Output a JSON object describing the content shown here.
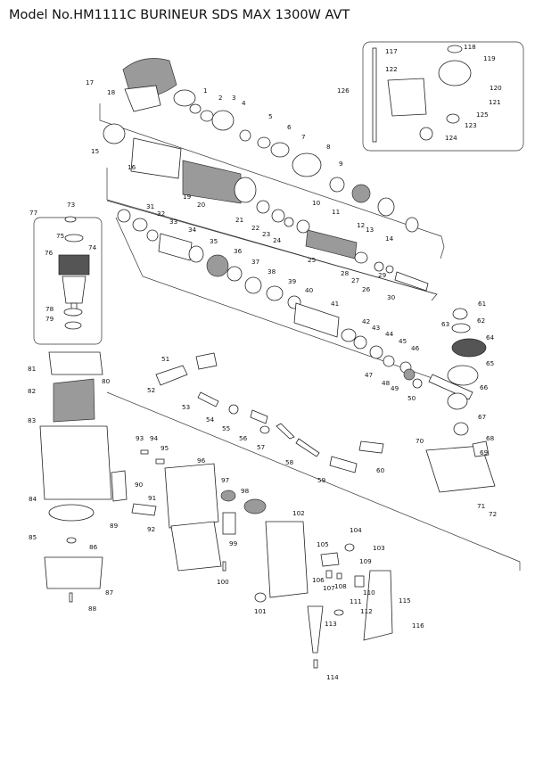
{
  "title": "Model No.HM1111C BURINEUR SDS MAX 1300W AVT",
  "parts": [
    "1",
    "2",
    "3",
    "4",
    "5",
    "6",
    "7",
    "8",
    "9",
    "10",
    "11",
    "12",
    "13",
    "14",
    "15",
    "16",
    "17",
    "18",
    "19",
    "20",
    "21",
    "22",
    "23",
    "24",
    "25",
    "26",
    "27",
    "28",
    "29",
    "30",
    "31",
    "32",
    "33",
    "34",
    "35",
    "36",
    "37",
    "38",
    "39",
    "40",
    "41",
    "42",
    "43",
    "44",
    "45",
    "46",
    "47",
    "48",
    "49",
    "50",
    "51",
    "52",
    "53",
    "54",
    "55",
    "56",
    "57",
    "58",
    "59",
    "60",
    "61",
    "62",
    "63",
    "64",
    "65",
    "66",
    "67",
    "68",
    "69",
    "70",
    "71",
    "72",
    "73",
    "74",
    "75",
    "76",
    "77",
    "78",
    "79",
    "80",
    "81",
    "82",
    "83",
    "84",
    "85",
    "86",
    "87",
    "88",
    "89",
    "90",
    "91",
    "92",
    "93",
    "94",
    "95",
    "96",
    "97",
    "98",
    "99",
    "100",
    "101",
    "102",
    "103",
    "104",
    "105",
    "106",
    "107",
    "108",
    "109",
    "110",
    "111",
    "112",
    "113",
    "114",
    "115",
    "116",
    "117",
    "118",
    "119",
    "120",
    "121",
    "122",
    "123",
    "124",
    "125",
    "126"
  ]
}
